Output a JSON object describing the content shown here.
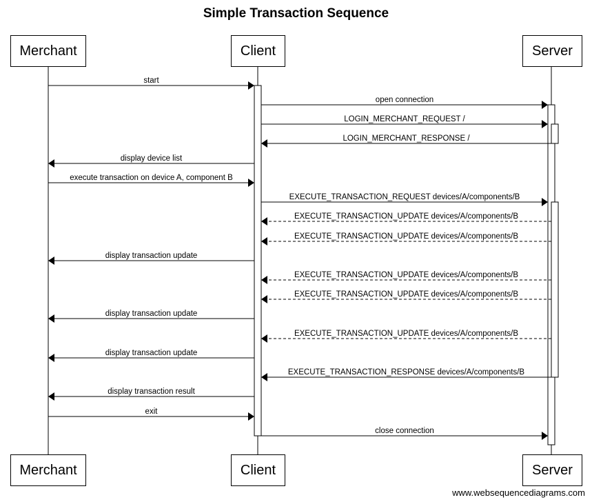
{
  "title": "Simple Transaction Sequence",
  "participants": [
    {
      "id": "merchant",
      "label": "Merchant"
    },
    {
      "id": "client",
      "label": "Client"
    },
    {
      "id": "server",
      "label": "Server"
    }
  ],
  "messages": [
    {
      "from": "merchant",
      "to": "client",
      "label": "start",
      "style": "solid"
    },
    {
      "from": "client",
      "to": "server",
      "label": "open connection",
      "style": "solid"
    },
    {
      "from": "client",
      "to": "server",
      "label": "LOGIN_MERCHANT_REQUEST /",
      "style": "solid"
    },
    {
      "from": "server",
      "to": "client",
      "label": "LOGIN_MERCHANT_RESPONSE /",
      "style": "solid"
    },
    {
      "from": "client",
      "to": "merchant",
      "label": "display device list",
      "style": "solid"
    },
    {
      "from": "merchant",
      "to": "client",
      "label": "execute transaction on device A, component B",
      "style": "solid"
    },
    {
      "from": "client",
      "to": "server",
      "label": "EXECUTE_TRANSACTION_REQUEST devices/A/components/B",
      "style": "solid"
    },
    {
      "from": "server",
      "to": "client",
      "label": "EXECUTE_TRANSACTION_UPDATE devices/A/components/B",
      "style": "dashed"
    },
    {
      "from": "server",
      "to": "client",
      "label": "EXECUTE_TRANSACTION_UPDATE devices/A/components/B",
      "style": "dashed"
    },
    {
      "from": "client",
      "to": "merchant",
      "label": "display transaction update",
      "style": "solid"
    },
    {
      "from": "server",
      "to": "client",
      "label": "EXECUTE_TRANSACTION_UPDATE devices/A/components/B",
      "style": "dashed"
    },
    {
      "from": "server",
      "to": "client",
      "label": "EXECUTE_TRANSACTION_UPDATE devices/A/components/B",
      "style": "dashed"
    },
    {
      "from": "client",
      "to": "merchant",
      "label": "display transaction update",
      "style": "solid"
    },
    {
      "from": "server",
      "to": "client",
      "label": "EXECUTE_TRANSACTION_UPDATE devices/A/components/B",
      "style": "dashed"
    },
    {
      "from": "client",
      "to": "merchant",
      "label": "display transaction update",
      "style": "solid"
    },
    {
      "from": "server",
      "to": "client",
      "label": "EXECUTE_TRANSACTION_RESPONSE devices/A/components/B",
      "style": "solid"
    },
    {
      "from": "client",
      "to": "merchant",
      "label": "display transaction result",
      "style": "solid"
    },
    {
      "from": "merchant",
      "to": "client",
      "label": "exit",
      "style": "solid"
    },
    {
      "from": "client",
      "to": "server",
      "label": "close connection",
      "style": "solid"
    }
  ],
  "watermark": "www.websequencediagrams.com"
}
